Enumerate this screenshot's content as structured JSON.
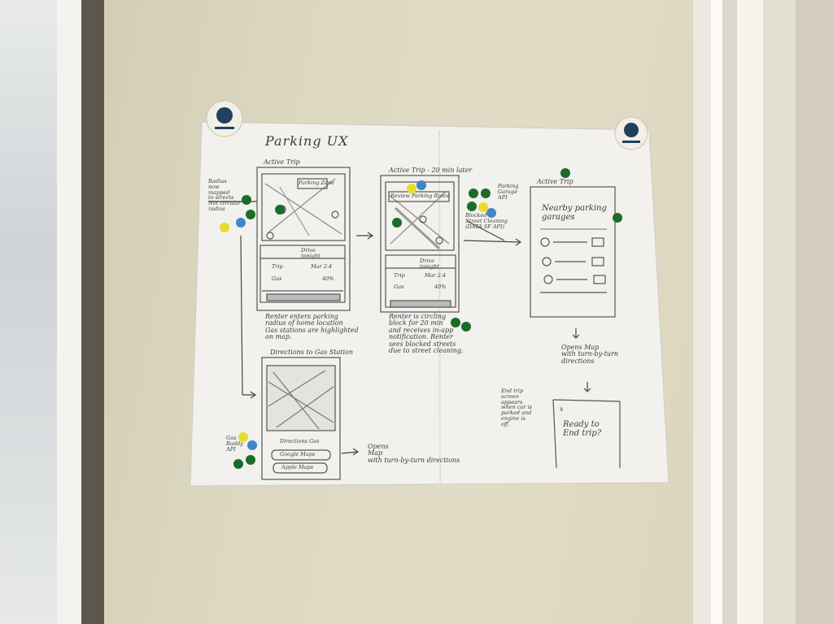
{
  "sketch": {
    "title": "Parking UX",
    "screen1": {
      "heading": "Active Trip",
      "map_label": "Parking Zone",
      "side_note": "Radius\nnow\nmapped\nto streets\nNot circular\nradius",
      "rows": [
        {
          "label": "",
          "value": "Drive\ntonight"
        },
        {
          "label": "Trip",
          "value": "Mar 2-4"
        },
        {
          "label": "Gas",
          "value": "40%"
        }
      ],
      "caption": "Renter enters parking\nradius of home location\nGas stations are highlighted\non map."
    },
    "screen2": {
      "heading": "Active Trip - 20 min later",
      "map_label": "Review Parking Rules",
      "side_note": "Parking\nGarage\nAPI",
      "api_note": "Blocked\nStreet Cleaning\n(DATA SF API)",
      "rows": [
        {
          "label": "",
          "value": "Drive\ntonight"
        },
        {
          "label": "Trip",
          "value": "Mar 2-4"
        },
        {
          "label": "Gas",
          "value": "40%"
        }
      ],
      "caption": "Renter is circling\nblock for 20 min\nand receives in-app\nnotification. Renter\nsees blocked streets\ndue to street cleaning."
    },
    "screen3": {
      "heading": "Active Trip",
      "title": "Nearby parking\ngarages",
      "caption": "Opens Map\nwith turn-by-turn\ndirections"
    },
    "screen4": {
      "heading": "Directions to Gas Station",
      "label": "Directions Gas",
      "button1": "Google Maps",
      "button2": "Apple Maps",
      "side_note": "Gas\nBuddy\nAPI",
      "caption": "Opens\nMap\nwith turn-by-turn directions"
    },
    "screen5": {
      "note": "End trip\nscreen\nappears\nwhen car is\nparked and\nengine is\noff.",
      "close": "x",
      "text": "Ready to\nEnd trip?"
    }
  },
  "dot_colors": {
    "green": "#1d6b2a",
    "blue": "#3f86c6",
    "yellow": "#e9dc2a"
  }
}
